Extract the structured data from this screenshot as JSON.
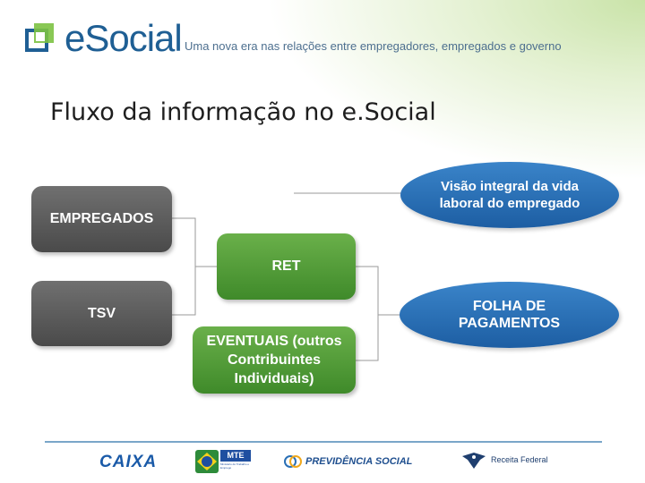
{
  "header": {
    "logo_text": "eSocial",
    "tagline": "Uma nova era nas relações entre empregadores, empregados e governo"
  },
  "title": "Fluxo da informação no e.Social",
  "diagram": {
    "empregados": "EMPREGADOS",
    "tsv": "TSV",
    "ret": "RET",
    "eventuais": "EVENTUAIS (outros Contribuintes Individuais)",
    "visao": "Visão integral da vida laboral do empregado",
    "folha": "FOLHA DE PAGAMENTOS"
  },
  "footer": {
    "caixa": "CAIXA",
    "mte": "MTE",
    "mte_sub": "Ministério do Trabalho e Emprego",
    "previdencia": "PREVIDÊNCIA SOCIAL",
    "receita": "Receita Federal"
  },
  "colors": {
    "dark_box": "#555555",
    "green_box": "#4f9a35",
    "blue_oval": "#2a6fb5",
    "logo_blue": "#1f5f94"
  }
}
